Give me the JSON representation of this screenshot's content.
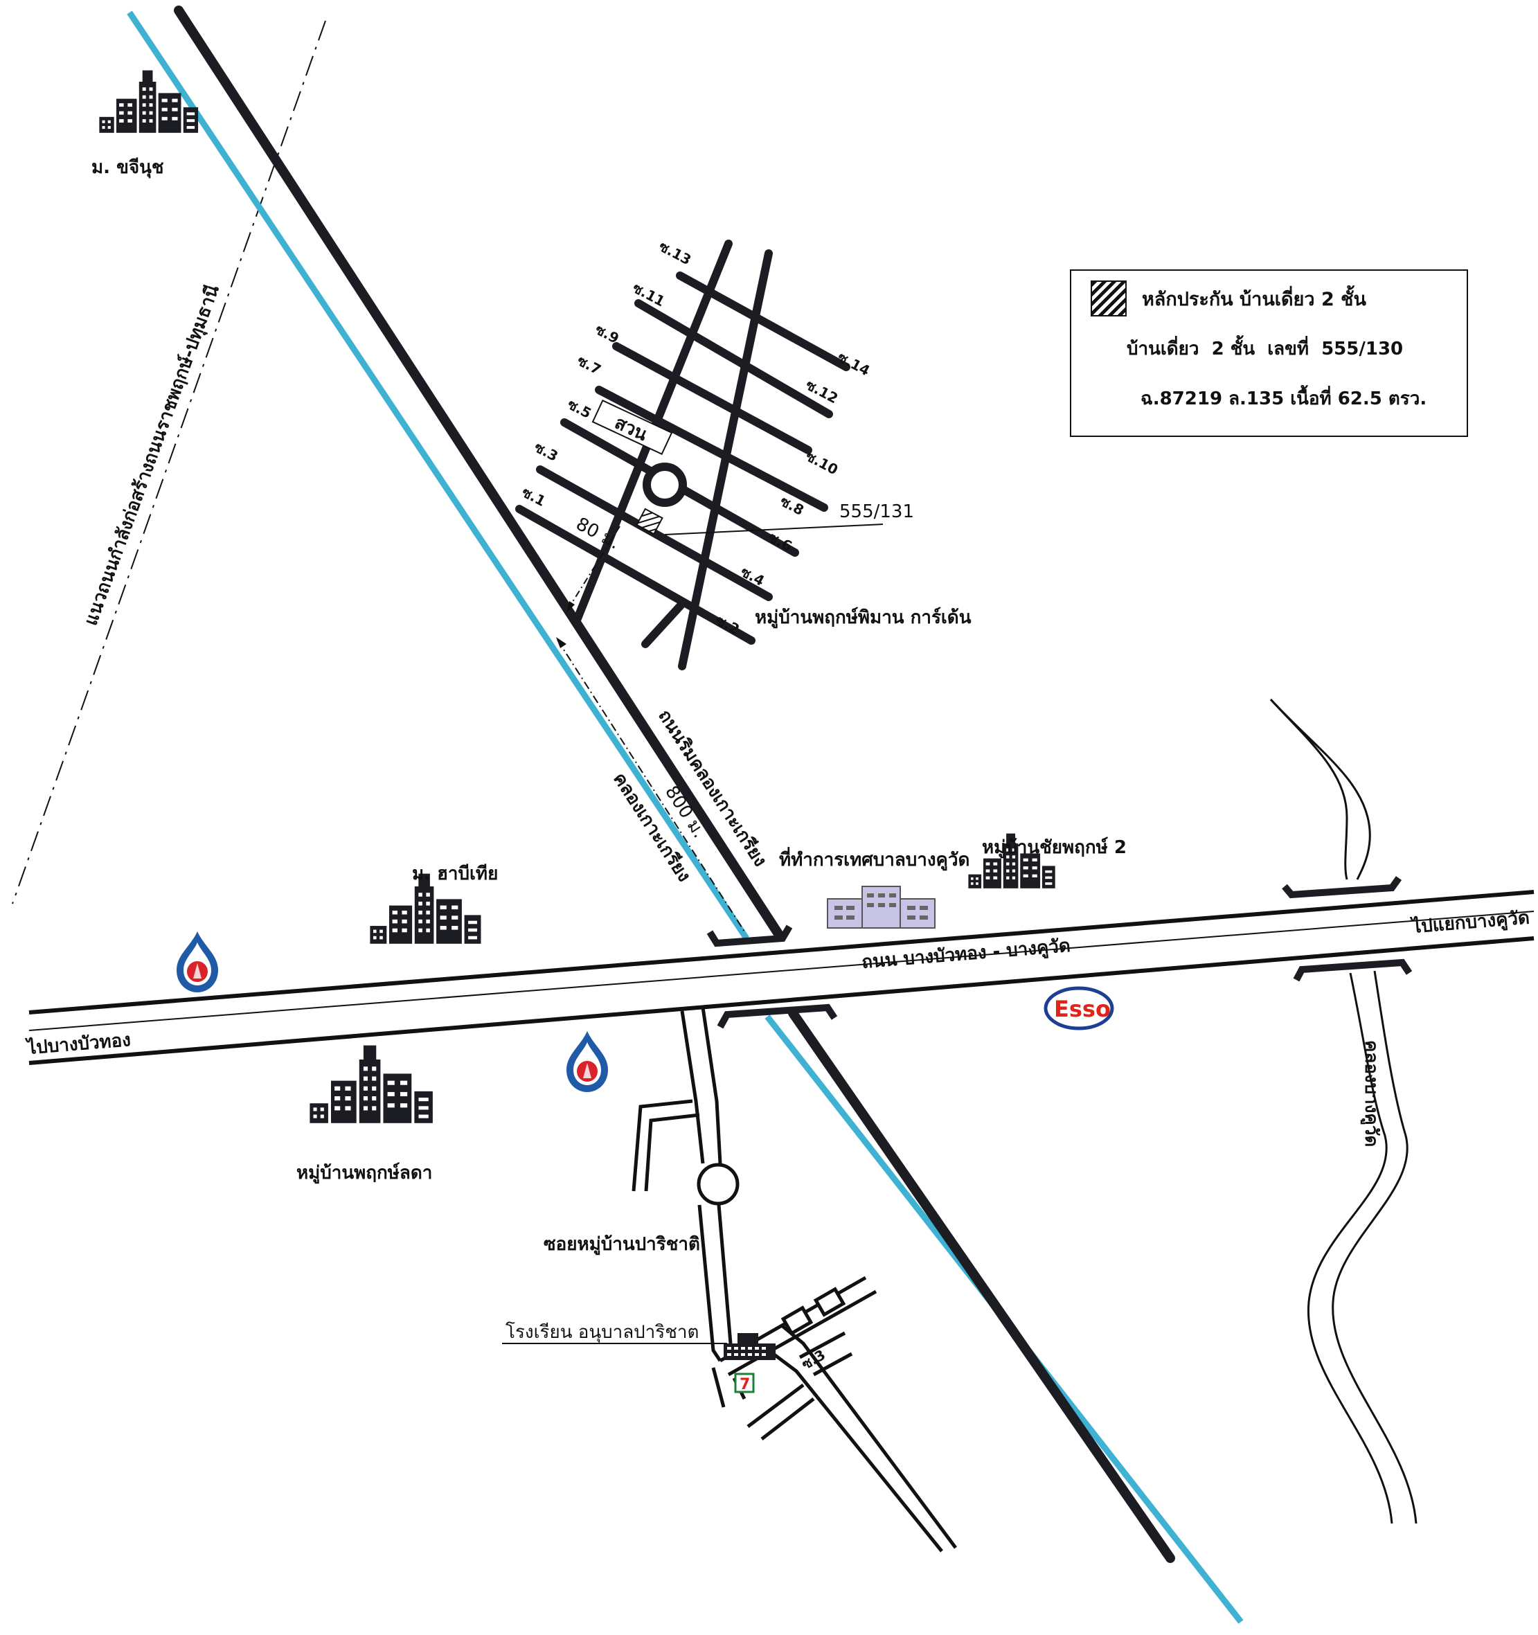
{
  "map": {
    "legend": {
      "title": "หลักประกัน บ้านเดี่ยว 2 ชั้น",
      "line2": "บ้านเดี่ยว  2 ชั้น  เลขที่  555/130",
      "line3": "ฉ.87219 ล.135 เนื้อที่ 62.5 ตรว."
    },
    "labels": {
      "village_khajinuch": "ม. ขจีนุช",
      "future_road": "แนวถนนกำลังก่อสร้างถนนราชพฤกษ์-ปทุมธานี",
      "village_phruekphiman": "หมู่บ้านพฤกษ์พิมาน การ์เด้น",
      "garden": "สวน",
      "house_131": "555/131",
      "dist_80": "80 ม.",
      "dist_800": "800 ม.",
      "canal_road": "ถนนริมคลองเกาะเกรียง",
      "canal": "คลองเกาะเกรียง",
      "municipality_office": "ที่ทำการเทศบาลบางคูวัด",
      "village_chaiphruek": "หมู่บ้านชัยพฤกษ์ 2",
      "village_habitia": "ม. ฮาบีเทีย",
      "main_road": "ถนน  บางบัวทอง - บางคูวัด",
      "to_bangkhuwat": "ไปแยกบางคูวัด",
      "to_bangbuathong": "ไปบางบัวทอง",
      "esso": "Esso",
      "canal_bangkhuwat": "คลองบางคูวัด",
      "village_phruekladda": "หมู่บ้านพฤกษ์ลดา",
      "soi_paricha": "ซอยหมู่บ้านปาริชาติ",
      "school": "โรงเรียน อนุบาลปาริชาต",
      "soi3_south": "ซ.3",
      "seven_eleven": "7"
    },
    "sois": {
      "s1": "ซ.1",
      "s2": "ซ.2",
      "s3": "ซ.3",
      "s4": "ซ.4",
      "s5": "ซ.5",
      "s6": "ซ.6",
      "s7": "ซ.7",
      "s8": "ซ.8",
      "s9": "ซ.9",
      "s10": "ซ.10",
      "s11": "ซ.11",
      "s12": "ซ.12",
      "s13": "ซ.13",
      "s14": "ซ.14"
    },
    "colors": {
      "canal": "#3fb2d3",
      "road": "#1c1d22",
      "ptt_blue": "#1f5aa6",
      "ptt_red": "#d8232a",
      "esso_red": "#e2231a",
      "esso_blue": "#1c3f94",
      "office": "#c8c4e6"
    },
    "icons": [
      "city-buildings-icon",
      "ptt-station-icon",
      "esso-logo-icon",
      "seven-eleven-icon",
      "school-building-icon",
      "roundabout-icon"
    ]
  }
}
